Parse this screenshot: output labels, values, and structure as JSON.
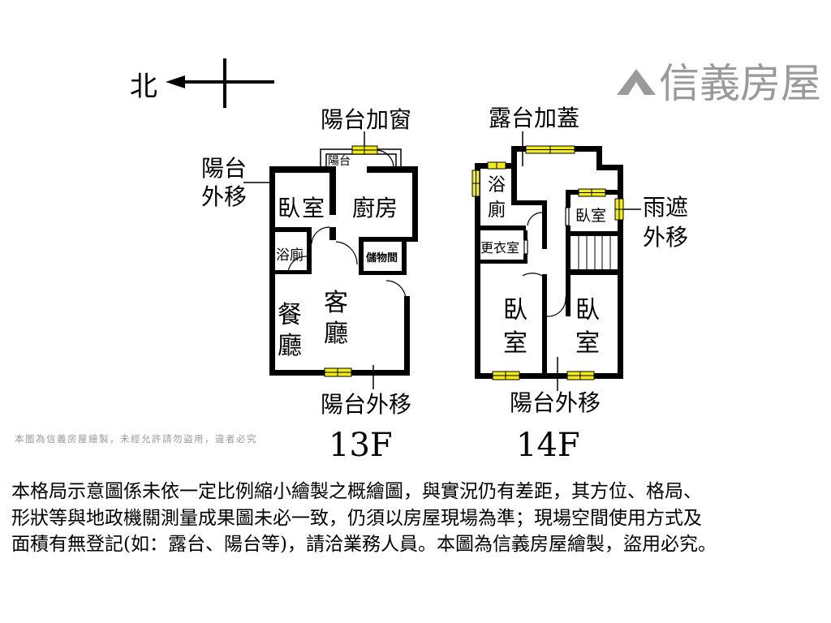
{
  "compass": {
    "north_label": "北"
  },
  "watermark": {
    "brand": "信義房屋",
    "notice": "本圖為信義房屋繪製，未經允許請勿盜用，違者必究"
  },
  "floor_13": {
    "floor_label": "13F",
    "callouts": {
      "balcony_window": "陽台加窗",
      "balcony_move_top_1": "陽台",
      "balcony_move_top_2": "外移",
      "balcony_move_bottom": "陽台外移"
    },
    "rooms": {
      "balcony": "陽台",
      "bedroom_1": "臥",
      "bedroom_2": "室",
      "kitchen": "廚房",
      "bathroom": "浴廁",
      "storage": "儲物間",
      "dining_1": "餐",
      "dining_2": "廳",
      "living_1": "客",
      "living_2": "廳"
    }
  },
  "floor_14": {
    "floor_label": "14F",
    "callouts": {
      "terrace_cover": "露台加蓋",
      "canopy_move_1": "雨遮",
      "canopy_move_2": "外移",
      "balcony_move_bottom": "陽台外移"
    },
    "rooms": {
      "bath_1": "浴",
      "bath_2": "廁",
      "small_bedroom": "臥室",
      "closet": "更衣室",
      "bedroom_left_1": "臥",
      "bedroom_left_2": "室",
      "bedroom_right_1": "臥",
      "bedroom_right_2": "室"
    }
  },
  "disclaimer": [
    "本格局示意圖係未依一定比例縮小繪製之概繪圖，與實況仍有差距，其方位、格局、",
    "形狀等與地政機關測量成果圖未必一致，仍須以房屋現場為準；現場空間使用方式及",
    "面積有無登記(如：露台、陽台等)，請洽業務人員。本圖為信義房屋繪製，盜用必究。"
  ],
  "colors": {
    "wall": "#000000",
    "window": "#f2ea1a",
    "watermark": "#9a9a9a"
  }
}
